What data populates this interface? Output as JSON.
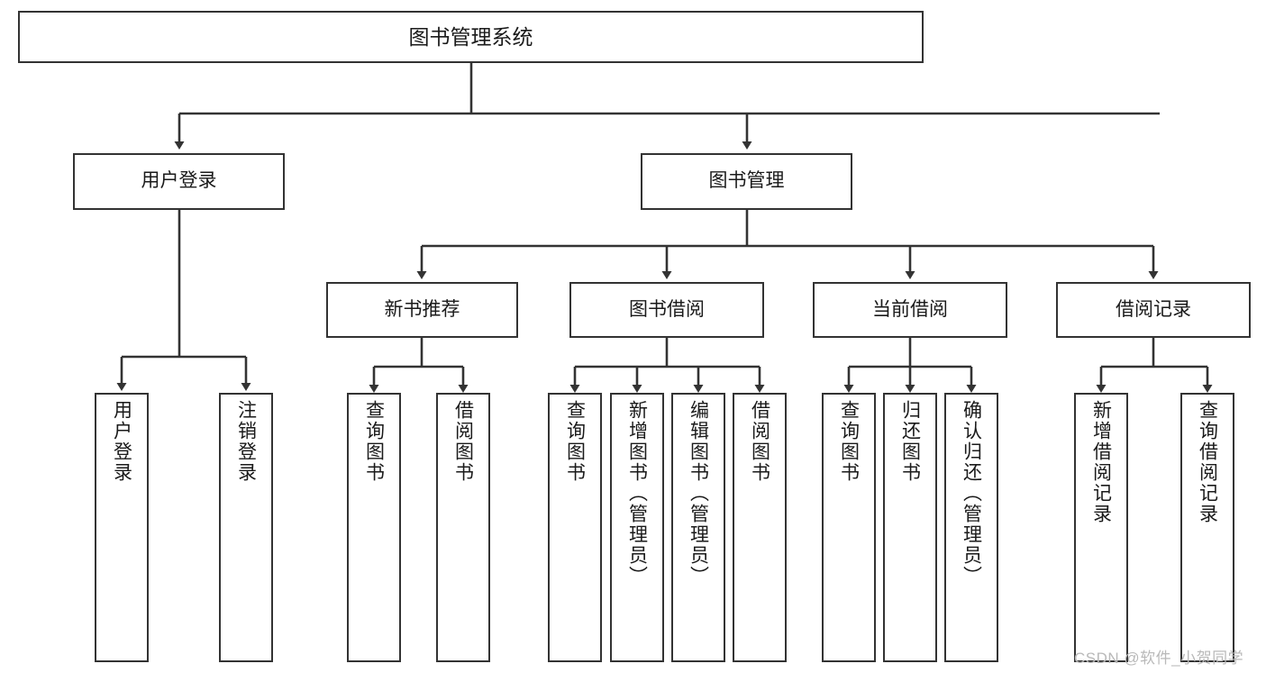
{
  "diagram": {
    "title": "图书管理系统",
    "type": "tree",
    "colors": {
      "box_border": "#333333",
      "box_fill": "#ffffff",
      "edge": "#333333",
      "text": "#1a1a1a",
      "watermark": "#b9b9b9",
      "background": "#ffffff"
    },
    "nodes": {
      "root": {
        "label": "图书管理系统"
      },
      "level2": [
        {
          "id": "user-login",
          "label": "用户登录"
        },
        {
          "id": "book-management",
          "label": "图书管理"
        }
      ],
      "level3": [
        {
          "id": "new-book-recommend",
          "label": "新书推荐"
        },
        {
          "id": "book-borrow",
          "label": "图书借阅"
        },
        {
          "id": "current-borrow",
          "label": "当前借阅"
        },
        {
          "id": "borrow-record",
          "label": "借阅记录"
        }
      ],
      "level4": {
        "user-login": [
          {
            "id": "leaf-user-login",
            "label": "用户登录"
          },
          {
            "id": "leaf-logout",
            "label": "注销登录"
          }
        ],
        "new-book-recommend": [
          {
            "id": "leaf-query-book-1",
            "label": "查询图书"
          },
          {
            "id": "leaf-borrow-book-1",
            "label": "借阅图书"
          }
        ],
        "book-borrow": [
          {
            "id": "leaf-query-book-2",
            "label": "查询图书"
          },
          {
            "id": "leaf-add-book",
            "label": "新增图书（管理员）"
          },
          {
            "id": "leaf-edit-book",
            "label": "编辑图书（管理员）"
          },
          {
            "id": "leaf-borrow-book-2",
            "label": "借阅图书"
          }
        ],
        "current-borrow": [
          {
            "id": "leaf-query-book-3",
            "label": "查询图书"
          },
          {
            "id": "leaf-return-book",
            "label": "归还图书"
          },
          {
            "id": "leaf-confirm-return",
            "label": "确认归还（管理员）"
          }
        ],
        "borrow-record": [
          {
            "id": "leaf-add-record",
            "label": "新增借阅记录"
          },
          {
            "id": "leaf-query-record",
            "label": "查询借阅记录"
          }
        ]
      }
    },
    "watermark": "CSDN @软件_小贺同学"
  }
}
